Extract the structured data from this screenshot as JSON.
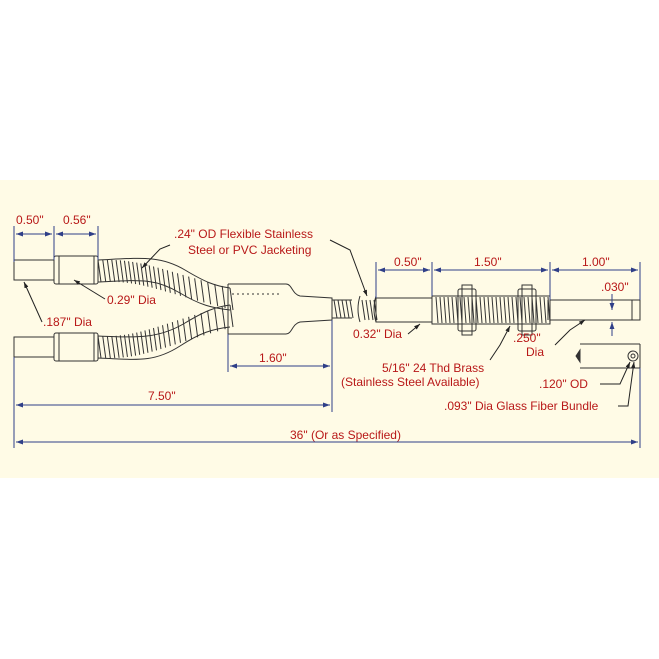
{
  "colors": {
    "background": "#ffffff",
    "panel": "#fffbe6",
    "text": "#b81818",
    "dimension": "#2f3f88",
    "outline": "#333333",
    "leader": "#222222"
  },
  "dimensions": {
    "tip_length_a": "0.50\"",
    "tip_length_b": "0.56\"",
    "tip_dia": "0.29\" Dia",
    "tip_small_dia": ".187\" Dia",
    "transition_length": "1.60\"",
    "branch_length": "7.50\"",
    "overall_length": "36\" (Or as Specified)",
    "probe_a": "0.50\"",
    "probe_b": "1.50\"",
    "probe_c": "1.00\"",
    "tip_step": ".030\"",
    "probe_dia": "0.32\" Dia",
    "end_od_line1": ".250\"",
    "end_od_line2": "Dia",
    "fiber_od": ".120\" OD"
  },
  "annotations": {
    "jacket_line1": ".24\" OD Flexible Stainless",
    "jacket_line2": "Steel or PVC Jacketing",
    "thread_line1": "5/16\" 24 Thd Brass",
    "thread_line2": "(Stainless Steel Available)",
    "fiber_bundle": ".093\" Dia Glass Fiber Bundle"
  }
}
